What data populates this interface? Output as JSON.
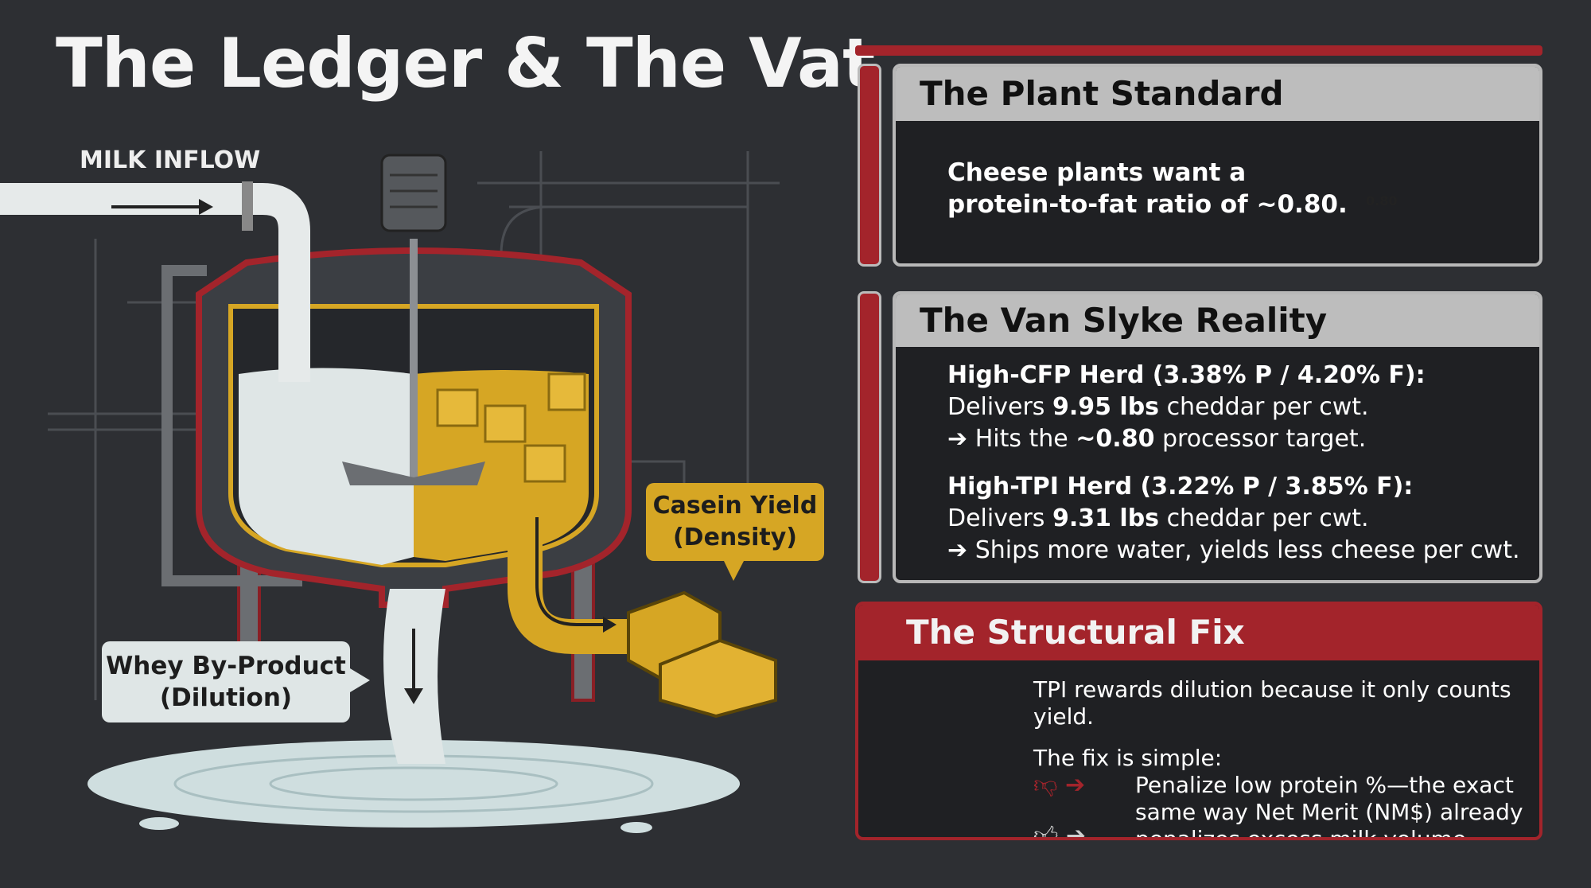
{
  "title": "The Ledger & The Vat",
  "illustration": {
    "milk_inflow_label": "MILK INFLOW",
    "casein_label_1": "Casein Yield",
    "casein_label_2": "(Density)",
    "whey_label_1": "Whey By-Product",
    "whey_label_2": "(Dilution)"
  },
  "plant_standard": {
    "heading": "The Plant Standard",
    "line1": "Cheese plants want a",
    "line2": "protein-to-fat ratio of ~0.80.",
    "scale_value": "0.80"
  },
  "van_slyke": {
    "heading": "The Van Slyke Reality",
    "cfp_title": "High-CFP Herd (3.38% P / 4.20% F):",
    "cfp_pre": "Delivers ",
    "cfp_value": "9.95 lbs",
    "cfp_post": " cheddar per cwt.",
    "cfp_arrow_pre": "Hits the ",
    "cfp_arrow_value": "~0.80",
    "cfp_arrow_post": " processor target.",
    "tpi_title": "High-TPI Herd (3.22% P / 3.85% F):",
    "tpi_pre": "Delivers ",
    "tpi_value": "9.31 lbs",
    "tpi_post": " cheddar per cwt.",
    "tpi_arrow": "Ships more water, yields less cheese per cwt."
  },
  "structural_fix": {
    "heading": "The Structural Fix",
    "line1": "TPI rewards dilution because it only counts yield.",
    "line2": "The fix is simple:",
    "bullet1": "Penalize low protein %—the exact",
    "bullet2": "same way Net Merit (NM$) already",
    "bullet3": "penalizes excess milk volume."
  },
  "colors": {
    "accent_red": "#a3242b",
    "cheese": "#d6a624",
    "background": "#2d2f33"
  }
}
